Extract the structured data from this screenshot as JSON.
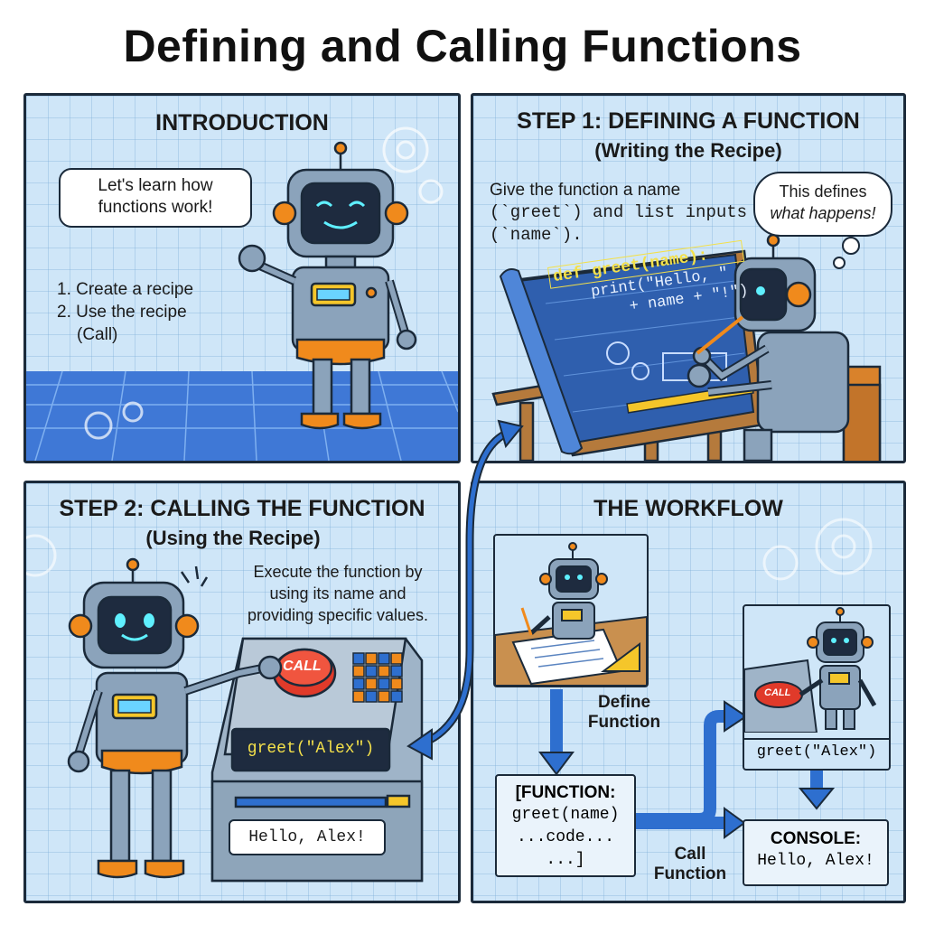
{
  "title": "Defining and Calling Functions",
  "intro": {
    "heading": "INTRODUCTION",
    "bubble": [
      "Let's learn how",
      "functions work!"
    ],
    "steps": [
      "1. Create a recipe",
      "2. Use the recipe",
      "(Call)"
    ]
  },
  "step1": {
    "heading": "STEP 1: DEFINING A FUNCTION",
    "subheading": "(Writing the Recipe)",
    "desc": [
      "Give the function a name",
      "(`greet`) and list inputs",
      "(`name`)."
    ],
    "thought": [
      "This defines",
      "what happens!"
    ],
    "code": [
      "def greet(name):",
      "print(\"Hello, \"",
      "+ name + \"!\")"
    ]
  },
  "step2": {
    "heading": "STEP 2: CALLING THE FUNCTION",
    "subheading": "(Using the Recipe)",
    "desc": [
      "Execute the function by",
      "using its name and",
      "providing specific values."
    ],
    "button": "CALL",
    "screen": "greet(\"Alex\")",
    "output": "Hello, Alex!"
  },
  "workflow": {
    "heading": "THE WORKFLOW",
    "define_label": [
      "Define",
      "Function"
    ],
    "call_label": [
      "Call",
      "Function"
    ],
    "function_box": [
      "[FUNCTION:",
      "greet(name)",
      "...code...",
      "...]"
    ],
    "call_box": "greet(\"Alex\")",
    "call_button": "CALL",
    "console_box": [
      "CONSOLE:",
      "Hello, Alex!"
    ]
  },
  "colors": {
    "robot_body": "#8ba3bb",
    "robot_accent": "#f08a1c",
    "arrow": "#2e6fcf",
    "button_red": "#e03a2a"
  }
}
